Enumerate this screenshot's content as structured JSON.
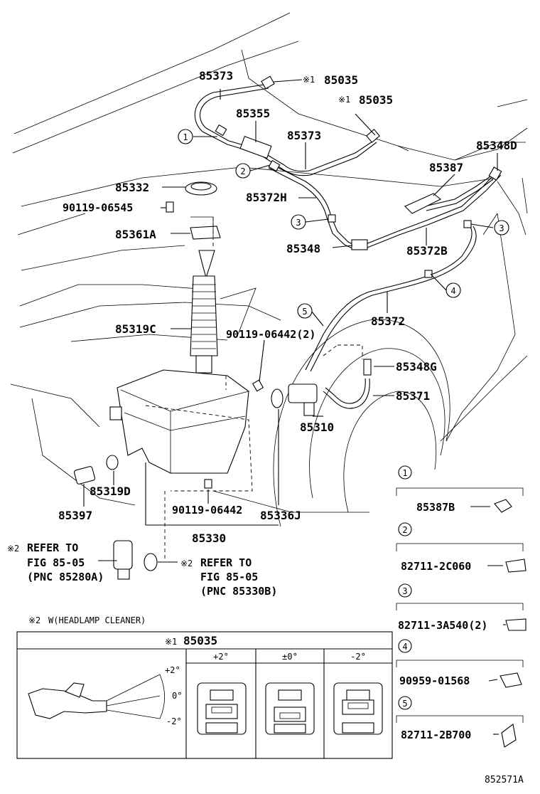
{
  "parts": {
    "p85373_top": "85373",
    "p85035_a": "85035",
    "p85035_b": "85035",
    "p85355": "85355",
    "p85373_mid": "85373",
    "p85348D": "85348D",
    "p85387": "85387",
    "p85332": "85332",
    "p85372H": "85372H",
    "p90119_06545": "90119-06545",
    "p85361A": "85361A",
    "p85348": "85348",
    "p85372B": "85372B",
    "p85319C": "85319C",
    "p90119_06442_2": "90119-06442(2)",
    "p85372": "85372",
    "p85348G": "85348G",
    "p85371": "85371",
    "p85310": "85310",
    "p85319D": "85319D",
    "p85397": "85397",
    "p90119_06442": "90119-06442",
    "p85336J": "85336J",
    "p85330": "85330"
  },
  "marks": {
    "note1": "※1",
    "note2": "※2"
  },
  "callouts": [
    "1",
    "2",
    "3",
    "4",
    "5"
  ],
  "refs": {
    "left_line1": "REFER TO",
    "left_line2": "FIG 85-05",
    "left_line3": "(PNC 85280A)",
    "right_line1": "REFER TO",
    "right_line2": "FIG 85-05",
    "right_line3": "(PNC 85330B)"
  },
  "legend": [
    {
      "num": "1",
      "part": "85387B"
    },
    {
      "num": "2",
      "part": "82711-2C060"
    },
    {
      "num": "3",
      "part": "82711-3A540(2)"
    },
    {
      "num": "4",
      "part": "90959-01568"
    },
    {
      "num": "5",
      "part": "82711-2B700"
    }
  ],
  "footnote": "W(HEADLAMP CLEANER)",
  "table": {
    "title": "85035",
    "columns": [
      "+2°",
      "±0°",
      "-2°"
    ],
    "angles": {
      "plus": "+2°",
      "zero": "0°",
      "minus": "-2°"
    }
  },
  "figure_id": "852571A"
}
